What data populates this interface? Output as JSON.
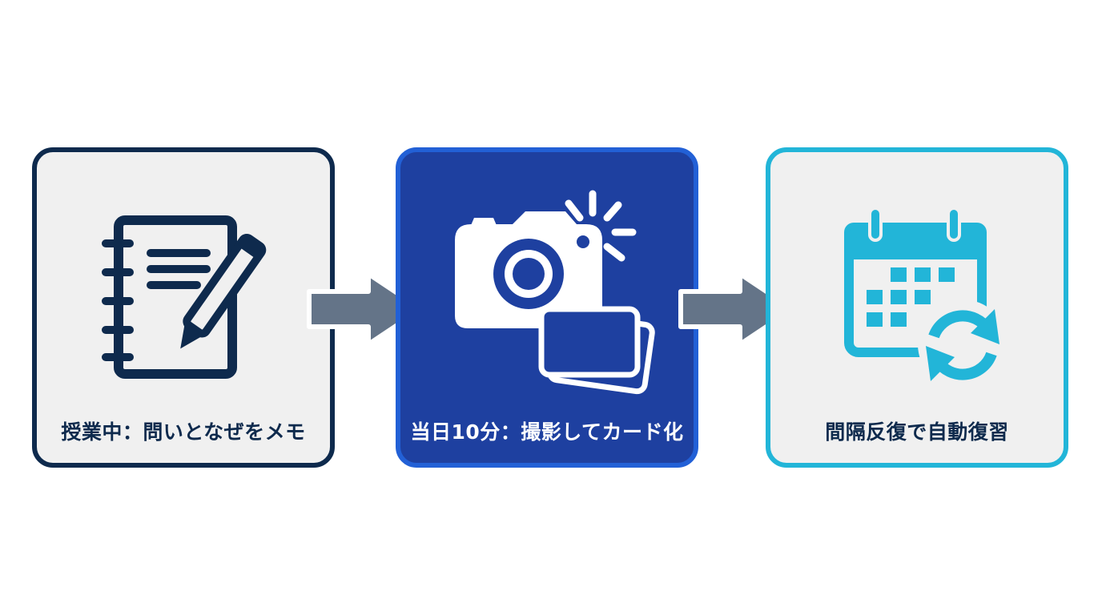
{
  "steps": [
    {
      "label": "授業中：問いとなぜをメモ",
      "icon": "notebook-pen-icon"
    },
    {
      "label": "当日10分：撮影してカード化",
      "icon": "camera-cards-icon"
    },
    {
      "label": "間隔反復で自動復習",
      "icon": "calendar-refresh-icon"
    }
  ],
  "colors": {
    "navy": "#0e2a4d",
    "blue": "#1e40a0",
    "cyan": "#22b5d8",
    "arrow": "#647488",
    "card_bg": "#f0f0f0"
  }
}
